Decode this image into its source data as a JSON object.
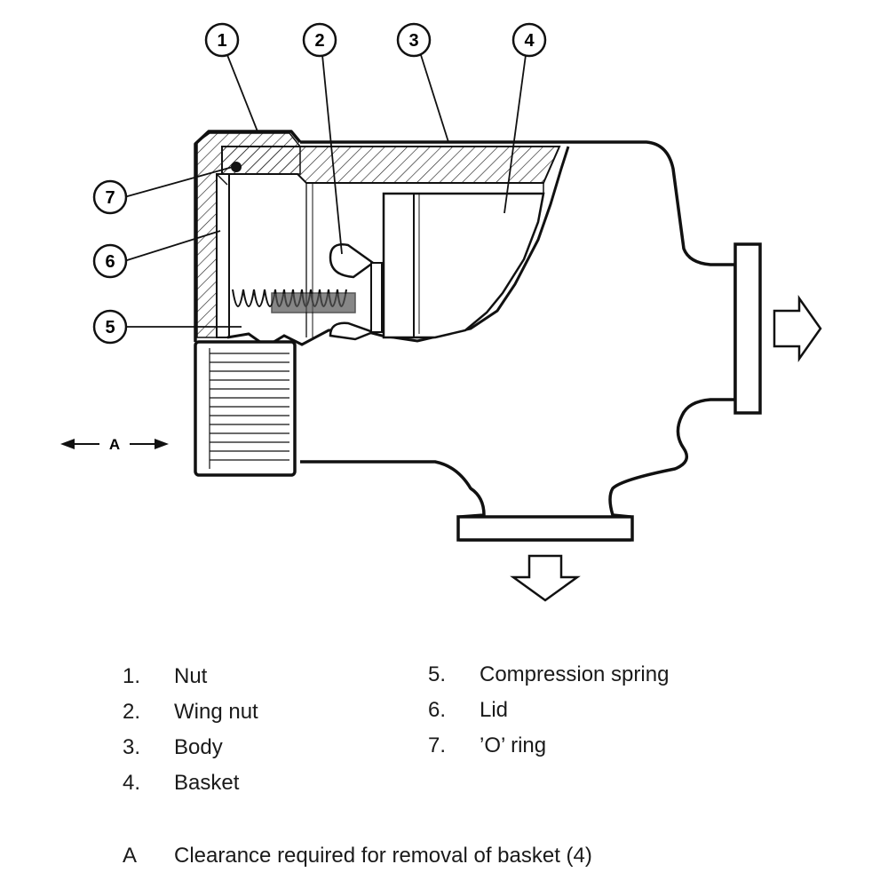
{
  "callouts": [
    "1",
    "2",
    "3",
    "4",
    "5",
    "6",
    "7"
  ],
  "dimension_label": "A",
  "legend": {
    "left": [
      {
        "num": "1.",
        "label": "Nut"
      },
      {
        "num": "2.",
        "label": "Wing nut"
      },
      {
        "num": "3.",
        "label": "Body"
      },
      {
        "num": "4.",
        "label": "Basket"
      }
    ],
    "right": [
      {
        "num": "5.",
        "label": "Compression spring"
      },
      {
        "num": "6.",
        "label": "Lid"
      },
      {
        "num": "7.",
        "label": "’O’ ring"
      }
    ],
    "note": {
      "num": "A",
      "label": "Clearance required for removal of basket (4)"
    }
  }
}
